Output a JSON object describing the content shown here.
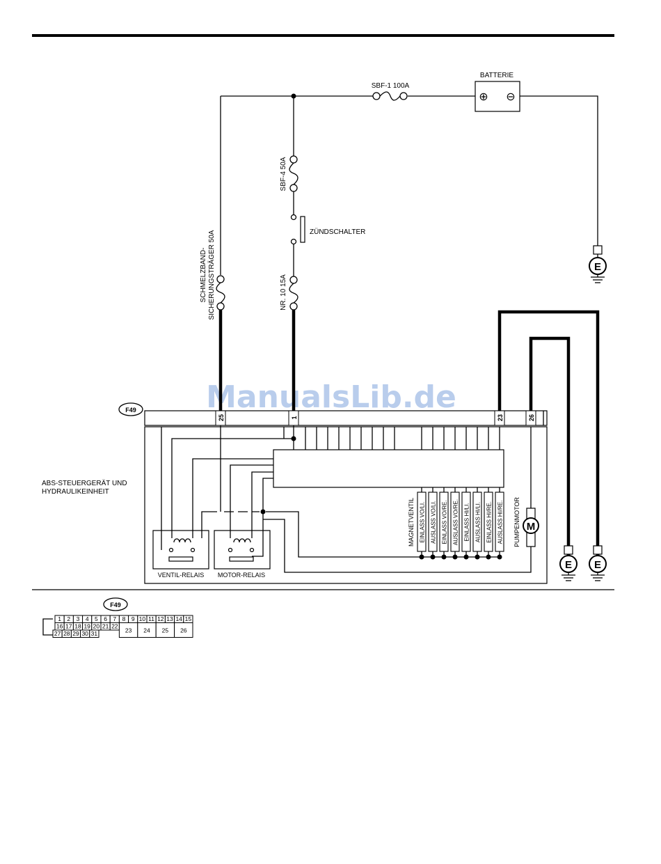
{
  "watermark": "ManualsLib.de",
  "labels": {
    "battery": "BATTERIE",
    "fuse_main": "SBF-1 100A",
    "fuse_sbf4": "SBF-4 50A",
    "ignition": "ZÜNDSCHALTER",
    "fuse_nr10": "NR. 10 15A",
    "fuse_band_1": "SCHMELZBAND-",
    "fuse_band_2": "SICHERUNGSTRÄGER 50A",
    "connector": "F49",
    "connector_bottom": "F49",
    "unit_1": "ABS-STEUERGERÄT UND",
    "unit_2": "HYDRAULIKEINHEIT",
    "valve_relay": "VENTIL-RELAIS",
    "motor_relay": "MOTOR-RELAIS",
    "solenoid": "MAGNETVENTIL",
    "pump": "PUMPENMOTOR",
    "motor_symbol": "M",
    "ground": "E",
    "battery_plus": "⊕",
    "battery_minus": "⊖"
  },
  "pins": {
    "p25": "25",
    "p1": "1",
    "p23": "23",
    "p26": "26"
  },
  "valves": [
    "EINLASS VO/LI.",
    "AUSLASS VO/LI.",
    "EINLASS VO/RE.",
    "AUSLASS VO/RE.",
    "EINLASS HI/LI.",
    "AUSLASS HI/LI.",
    "EINLASS HI/RE.",
    "AUSLASS HI/RE."
  ],
  "connector_table": {
    "row1": [
      "1",
      "2",
      "3",
      "4",
      "5",
      "6",
      "7",
      "8",
      "9",
      "10",
      "11",
      "12",
      "13",
      "14",
      "15"
    ],
    "row2": [
      "16",
      "17",
      "18",
      "19",
      "20",
      "21",
      "22"
    ],
    "row3": [
      "27",
      "28",
      "29",
      "30",
      "31"
    ],
    "wide": [
      "23",
      "24",
      "25",
      "26"
    ]
  }
}
